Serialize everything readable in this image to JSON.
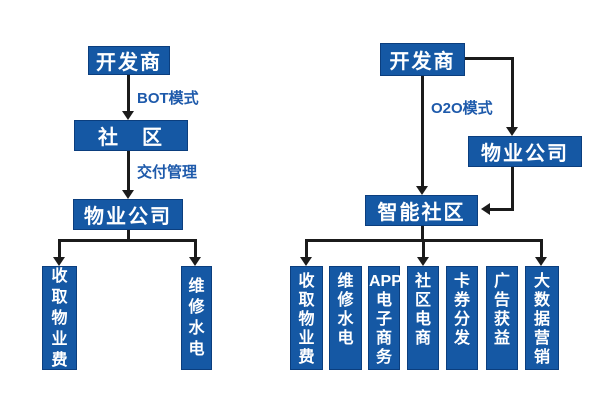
{
  "colors": {
    "box_fill": "#1558A4",
    "box_border": "#0B3E7E",
    "box_text": "#FFFFFF",
    "edge_label_text": "#1E5AAB",
    "connector_line": "#1B1B1B",
    "background": "#FFFFFF"
  },
  "left_flow": {
    "developer": "开发商",
    "edge1_label": "BOT模式",
    "community": "社　区",
    "edge2_label": "交付管理",
    "property_company": "物业公司",
    "leaves": [
      "收\n取\n物\n业\n费",
      "维\n修\n水\n电"
    ]
  },
  "right_flow": {
    "developer": "开发商",
    "edge1_label": "O2O模式",
    "property_company": "物业公司",
    "smart_community": "智能社区",
    "leaves": [
      "收\n取\n物\n业\n费",
      "维\n修\n水\n电",
      "APP\n电\n子\n商\n务",
      "社\n区\n电\n商",
      "卡\n券\n分\n发",
      "广\n告\n获\n益",
      "大\n数\n据\n营\n销"
    ]
  }
}
